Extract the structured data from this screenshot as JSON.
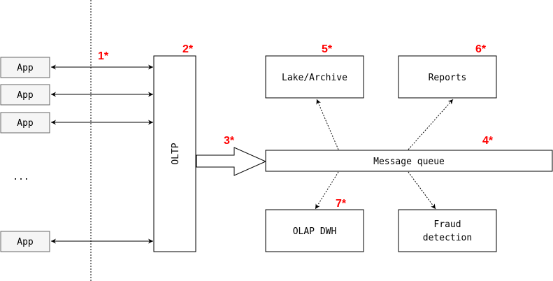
{
  "apps": {
    "labels": [
      "App",
      "App",
      "App",
      "App"
    ],
    "ellipsis": "..."
  },
  "nodes": {
    "oltp": "OLTP",
    "lake": "Lake/Archive",
    "reports": "Reports",
    "queue": "Message queue",
    "olap": "OLAP DWH",
    "fraud_line1": "Fraud",
    "fraud_line2": "detection"
  },
  "markers": {
    "m1": "1*",
    "m2": "2*",
    "m3": "3*",
    "m4": "4*",
    "m5": "5*",
    "m6": "6*",
    "m7": "7*"
  },
  "colors": {
    "marker": "#ff0000",
    "app_fill": "#f5f5f5",
    "app_stroke": "#666666"
  }
}
